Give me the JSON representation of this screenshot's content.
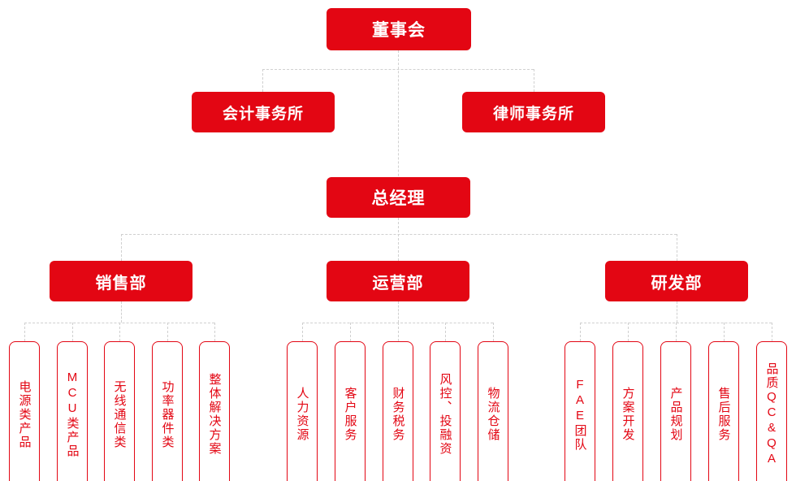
{
  "theme": {
    "node_fill": "#e30613",
    "node_text": "#ffffff",
    "leaf_border": "#e30613",
    "leaf_text": "#e30613",
    "connector": "#d0d0d0",
    "background": "#ffffff"
  },
  "levels": {
    "board": {
      "label": "董事会"
    },
    "advisors": [
      {
        "label": "会计事务所"
      },
      {
        "label": "律师事务所"
      }
    ],
    "general_manager": {
      "label": "总经理"
    },
    "departments": [
      {
        "label": "销售部",
        "children": [
          {
            "label": "电源类产品"
          },
          {
            "label": "MCU类产品"
          },
          {
            "label": "无线通信类"
          },
          {
            "label": "功率器件类"
          },
          {
            "label": "整体解决方案"
          }
        ]
      },
      {
        "label": "运营部",
        "children": [
          {
            "label": "人力资源"
          },
          {
            "label": "客户服务"
          },
          {
            "label": "财务税务"
          },
          {
            "label": "风控、投融资"
          },
          {
            "label": "物流仓储"
          }
        ]
      },
      {
        "label": "研发部",
        "children": [
          {
            "label": "FAE团队"
          },
          {
            "label": "方案开发"
          },
          {
            "label": "产品规划"
          },
          {
            "label": "售后服务"
          },
          {
            "label": "品质QC&QA"
          }
        ]
      }
    ]
  }
}
